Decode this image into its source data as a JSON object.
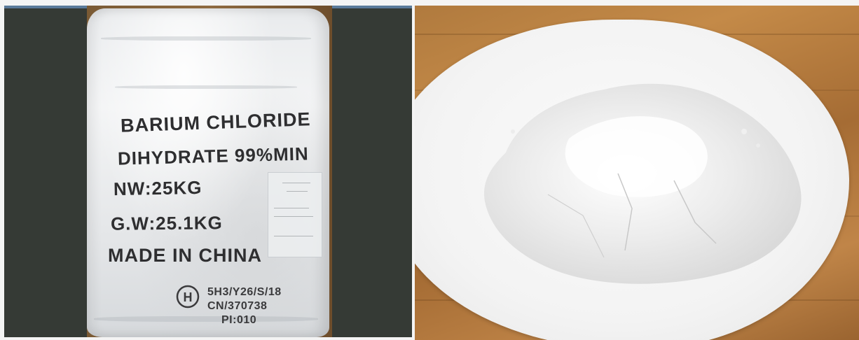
{
  "images": [
    {
      "bag_label": {
        "line1": "BARIUM CHLORIDE",
        "line2": "DIHYDRATE 99%MIN",
        "line3": "NW:25KG",
        "line4": "G.W:25.1KG",
        "line5": "MADE IN CHINA",
        "code1": "5H3/Y26/S/18",
        "code2": "CN/370738",
        "code3": "PI:010"
      },
      "seal_letter": "H"
    },
    {}
  ],
  "colors": {
    "backdrop": "#353a35",
    "bag": "#e9ebed",
    "bag_text": "#2e2e30",
    "wood": "#b07a3e",
    "paper": "#f3f3f3",
    "powder": "#ececec"
  }
}
